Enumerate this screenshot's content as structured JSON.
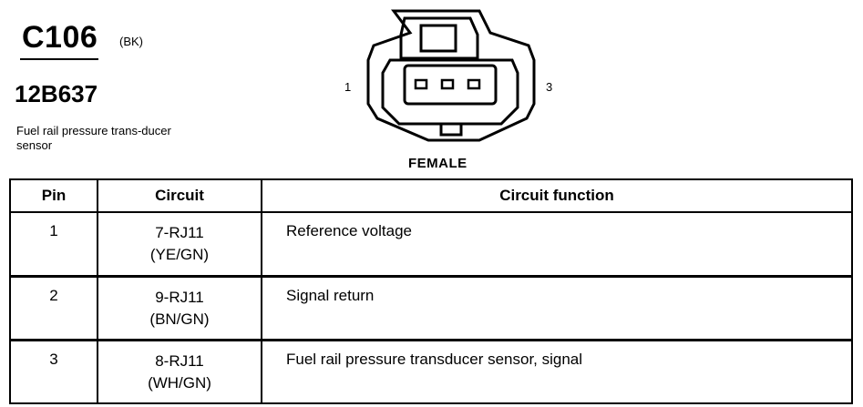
{
  "connector": {
    "id": "C106",
    "color": "(BK)",
    "part_number": "12B637",
    "description": "Fuel rail pressure trans-ducer sensor",
    "gender": "FEMALE",
    "pin_left_label": "1",
    "pin_right_label": "3"
  },
  "table": {
    "headers": {
      "pin": "Pin",
      "circuit": "Circuit",
      "function": "Circuit function"
    },
    "rows": [
      {
        "pin": "1",
        "circuit": "7-RJ11",
        "color": "(YE/GN)",
        "function": "Reference voltage"
      },
      {
        "pin": "2",
        "circuit": "9-RJ11",
        "color": "(BN/GN)",
        "function": "Signal return"
      },
      {
        "pin": "3",
        "circuit": "8-RJ11",
        "color": "(WH/GN)",
        "function": "Fuel rail pressure transducer sensor, signal"
      }
    ]
  }
}
